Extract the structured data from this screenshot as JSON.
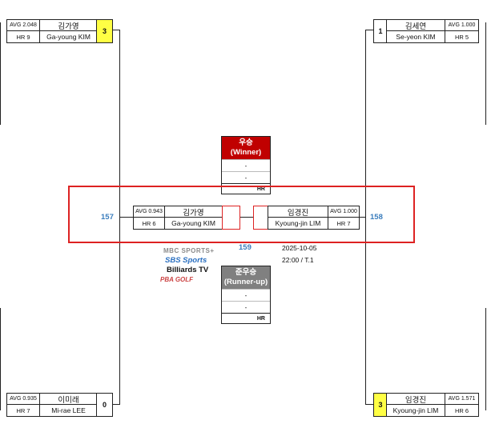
{
  "players": {
    "top_left": {
      "avg": "AVG 2.048",
      "hr": "HR 9",
      "name_kr": "김가영",
      "name_en": "Ga-young KIM",
      "score": "3"
    },
    "top_right": {
      "avg": "AVG 1.000",
      "hr": "HR 5",
      "name_kr": "김세연",
      "name_en": "Se-yeon KIM",
      "score": "1"
    },
    "bottom_left": {
      "avg": "AVG 0.935",
      "hr": "HR 7",
      "name_kr": "이미래",
      "name_en": "Mi-rae LEE",
      "score": "0"
    },
    "bottom_right": {
      "avg": "AVG 1.571",
      "hr": "HR 6",
      "name_kr": "임경진",
      "name_en": "Kyoung-jin LIM",
      "score": "3"
    }
  },
  "final": {
    "left": {
      "avg": "AVG 0.943",
      "hr": "HR 6",
      "name_kr": "김가영",
      "name_en": "Ga-young KIM"
    },
    "right": {
      "avg": "AVG 1.000",
      "hr": "HR 7",
      "name_kr": "임경진",
      "name_en": "Kyoung-jin LIM"
    },
    "left_match_no": "157",
    "right_match_no": "158",
    "final_match_no": "159",
    "date": "2025-10-05",
    "time_table": "22:00 / T.1"
  },
  "winner_box": {
    "title": "우승",
    "subtitle": "(Winner)",
    "row1": "-",
    "row2": "-",
    "hr": "HR"
  },
  "runnerup_box": {
    "title": "준우승",
    "subtitle": "(Runner-up)",
    "row1": "-",
    "row2": "-",
    "hr": "HR"
  },
  "broadcasters": [
    "MBC SPORTS+",
    "SBS Sports",
    "Billiards TV",
    "PBA GOLF"
  ],
  "colors": {
    "winner_red": "#c00000",
    "runnerup_gray": "#808080",
    "highlight_yellow": "#ffff44",
    "match_no_blue": "#3a7dbd",
    "frame_red": "#dd2222"
  }
}
